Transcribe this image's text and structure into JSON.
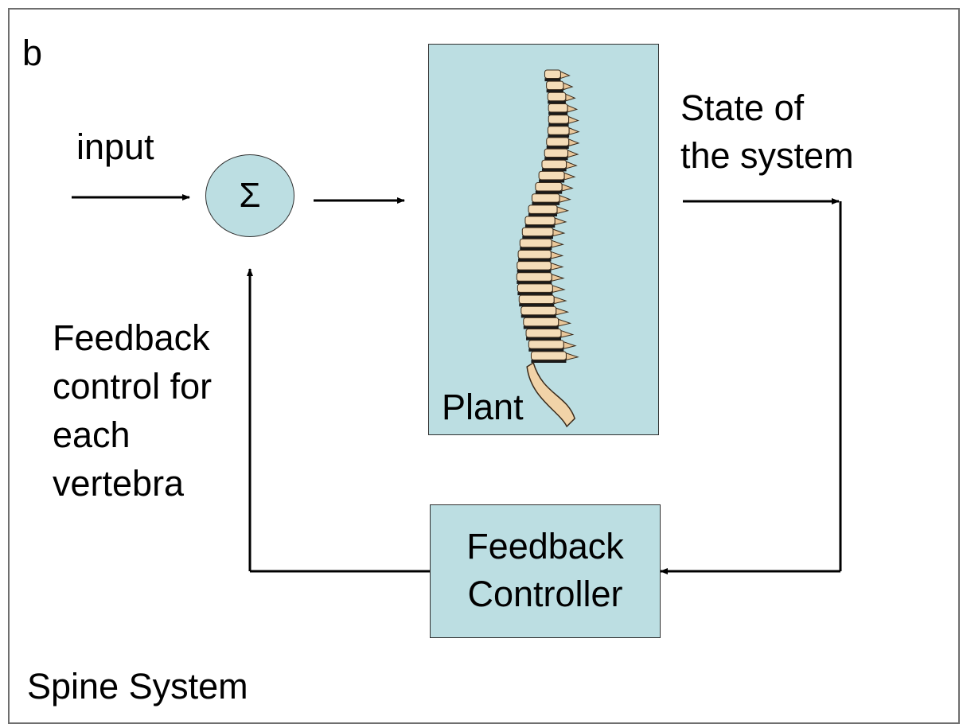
{
  "panel_letter": "b",
  "input_label": "input",
  "sum_symbol": "Σ",
  "plant": {
    "label": "Plant",
    "illustration": "spine-illustration",
    "fill_color": "#bcdee2"
  },
  "state_label": "State of\nthe system",
  "feedback_note": "Feedback\ncontrol for\neach\nvertebra",
  "controller": {
    "label": "Feedback\nController",
    "fill_color": "#bcdee2"
  },
  "caption": "Spine System"
}
